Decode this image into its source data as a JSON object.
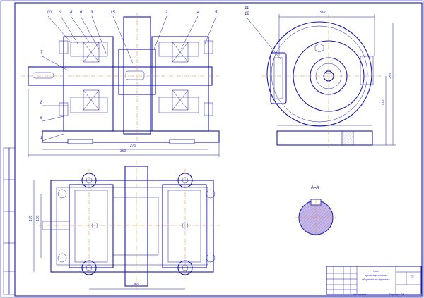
{
  "drawing": {
    "leader_labels": [
      "10",
      "9",
      "8",
      "6",
      "3",
      "15",
      "2",
      "4",
      "5",
      "7",
      "8",
      "6",
      "1"
    ],
    "side_labels": [
      "11",
      "12"
    ],
    "section_label": "А–А",
    "dims": {
      "front_bottom": "360",
      "front_inner": "270",
      "side_top": "310",
      "side_right_a": "250",
      "side_right_b": "170",
      "plan_left_a": "170",
      "plan_left_b": "130",
      "plan_bottom": "360"
    }
  },
  "title_block": {
    "name_line1": "Узел",
    "name_line2": "промежуточного",
    "name_line3": "сборочного чертежа",
    "sheet": "ТП",
    "format_left": "Копировал",
    "format_right": "Формат А3"
  },
  "colors": {
    "line": "#1a1aa8",
    "centerline": "#e08a1e",
    "section_fill": "#c8b8e8"
  }
}
